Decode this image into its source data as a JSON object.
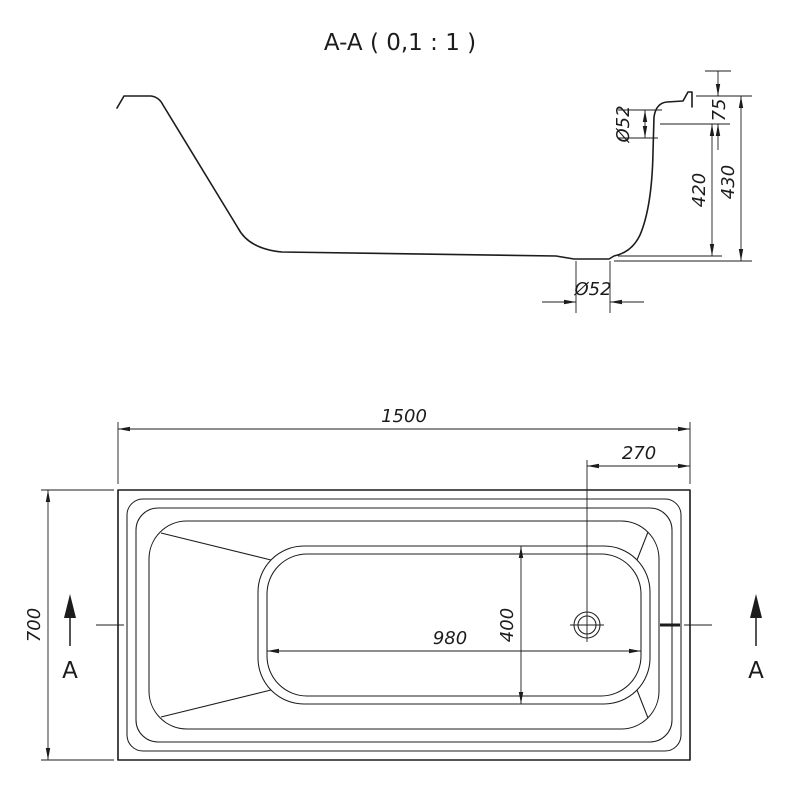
{
  "meta": {
    "background": "#ffffff",
    "line_color": "#1c1c1c"
  },
  "section_view": {
    "title": "A-A ( 0,1 : 1 )",
    "dimensions": {
      "overflow_diameter": "Ø52",
      "rim_to_overflow": "75",
      "inner_depth": "420",
      "total_height": "430",
      "drain_diameter": "Ø52"
    }
  },
  "plan_view": {
    "dimensions": {
      "overall_length": "1500",
      "drain_offset": "270",
      "overall_width": "700",
      "bottom_length": "980",
      "bottom_width": "400"
    },
    "section_marker_left": "A",
    "section_marker_right": "A"
  }
}
